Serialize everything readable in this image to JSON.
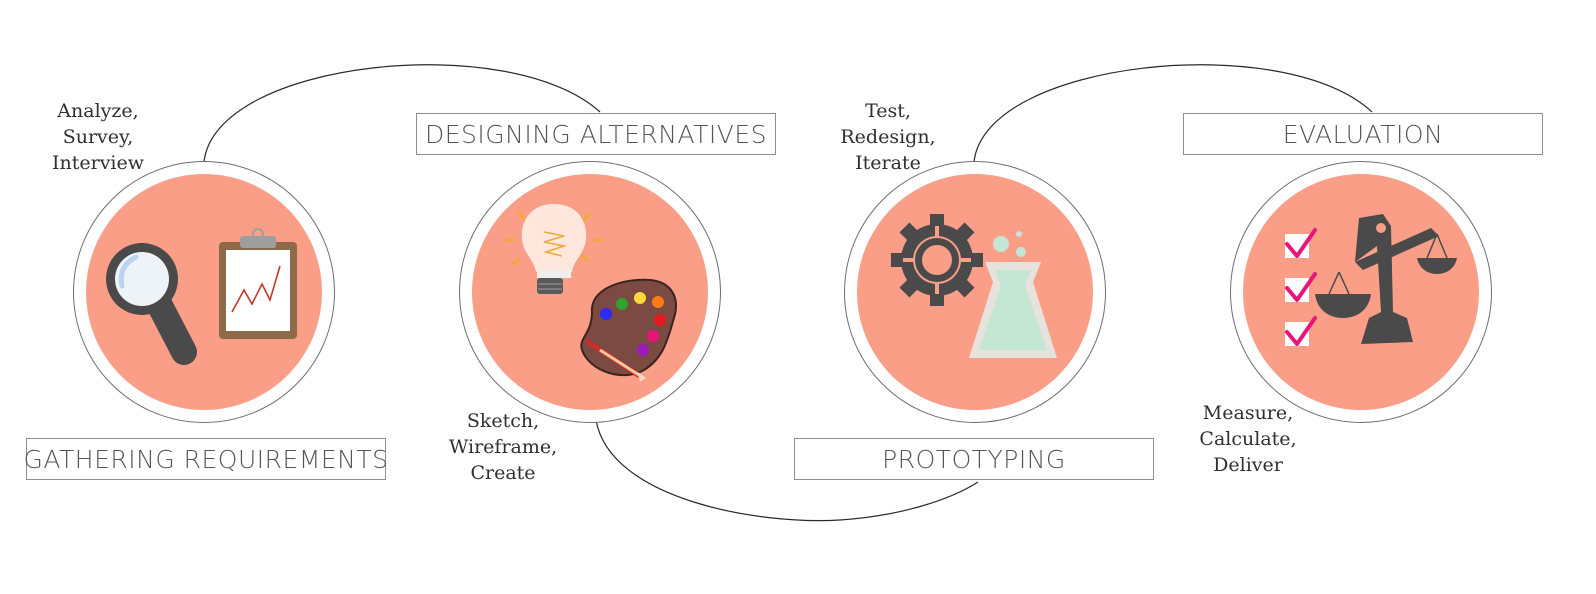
{
  "stages": [
    {
      "title": "GATHERING REQUIREMENTS",
      "activities": [
        "Analyze,",
        "Survey,",
        "Interview"
      ]
    },
    {
      "title": "DESIGNING ALTERNATIVES",
      "activities": [
        "Sketch,",
        "Wireframe,",
        "Create"
      ]
    },
    {
      "title": "PROTOTYPING",
      "activities": [
        "Test,",
        "Redesign,",
        "Iterate"
      ]
    },
    {
      "title": "EVALUATION",
      "activities": [
        "Measure,",
        "Calculate,",
        "Deliver"
      ]
    }
  ],
  "colors": {
    "circle_fill": "#fa9e88",
    "outline": "#6e6e6e",
    "icon_dark": "#4a4a4a",
    "check_mark": "#e8157a",
    "flask_liquid": "#c4e6d4",
    "palette_wood": "#7b4a42",
    "clipboard_frame": "#8f6a48"
  },
  "icons": [
    "magnifying-glass",
    "clipboard-chart",
    "light-bulb",
    "paint-palette",
    "gear",
    "flask",
    "checklist",
    "balance-scale"
  ]
}
